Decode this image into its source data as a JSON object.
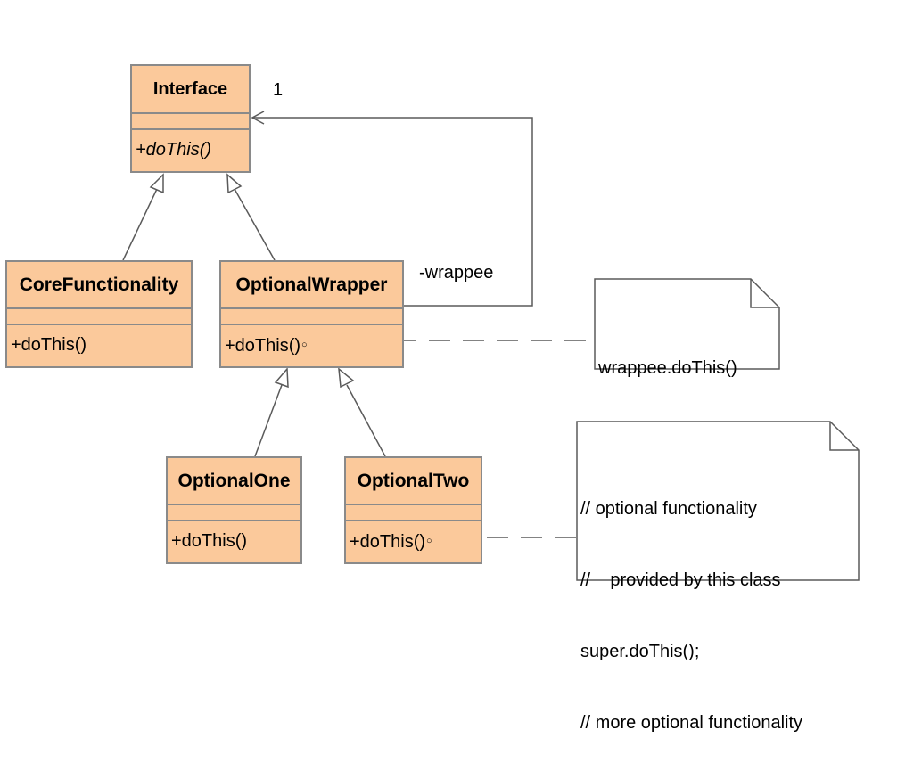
{
  "classes": {
    "interface": {
      "name": "Interface",
      "op": "+doThis()"
    },
    "core": {
      "name": "CoreFunctionality",
      "op": "+doThis()"
    },
    "wrapper": {
      "name": "OptionalWrapper",
      "op": "+doThis()"
    },
    "one": {
      "name": "OptionalOne",
      "op": "+doThis()"
    },
    "two": {
      "name": "OptionalTwo",
      "op": "+doThis()"
    }
  },
  "association": {
    "multiplicity": "1",
    "role": "-wrappee"
  },
  "notes": {
    "wrapper_note": [
      "wrappee.doThis()"
    ],
    "two_note": [
      "// optional functionality",
      "//    provided by this class",
      "super.doThis();",
      "// more optional functionality"
    ]
  },
  "colors": {
    "class_fill": "#fbc99b",
    "class_border": "#8a8a8a",
    "line": "#5a5a5a"
  }
}
